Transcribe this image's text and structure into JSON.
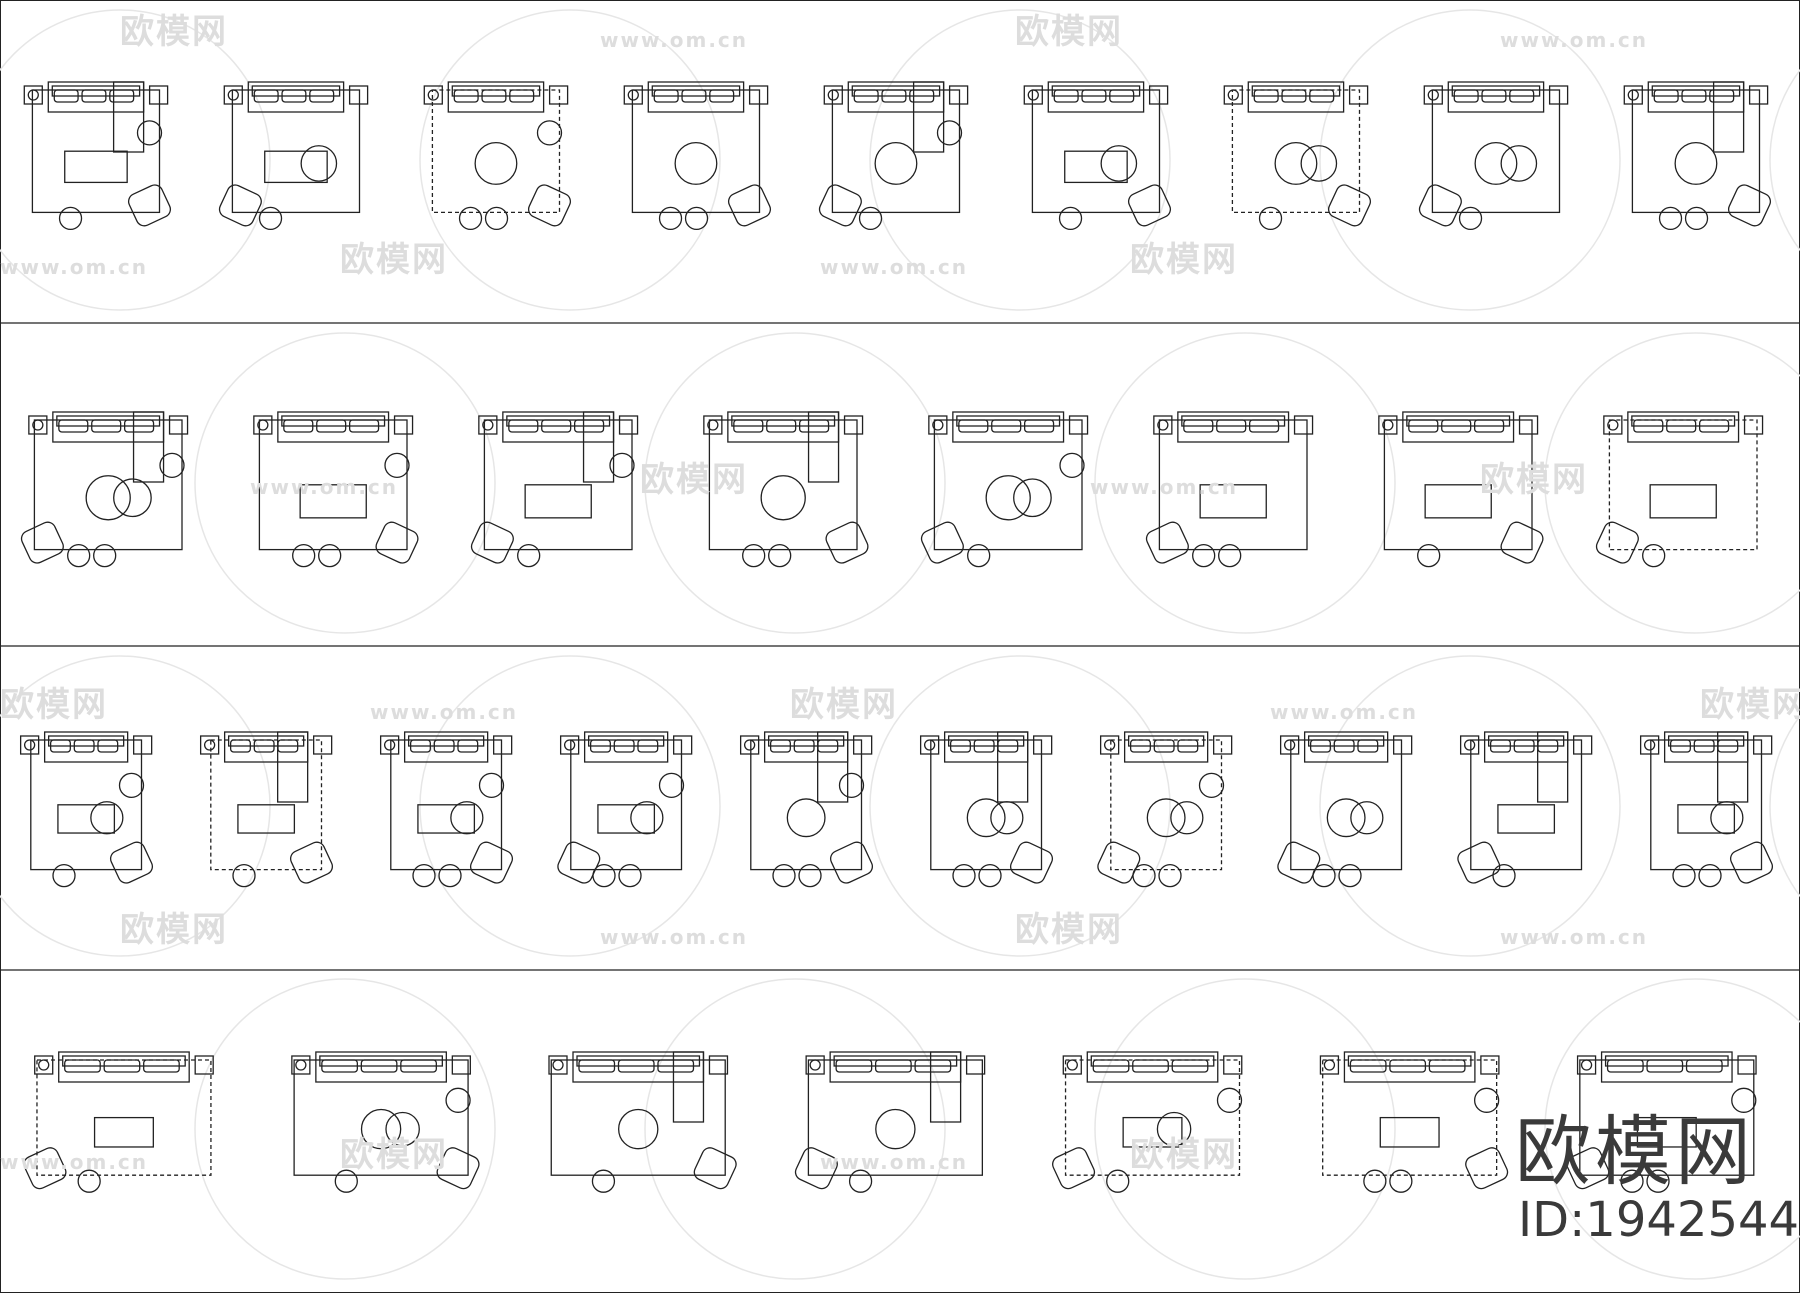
{
  "watermark": {
    "logo_text": "欧模网",
    "url": "www.om.cn"
  },
  "brand": {
    "name": "欧模网",
    "id_label": "ID:1942544"
  },
  "rows": 4,
  "plans_per_row": [
    9,
    8,
    10,
    7
  ],
  "line_color": "#222222"
}
